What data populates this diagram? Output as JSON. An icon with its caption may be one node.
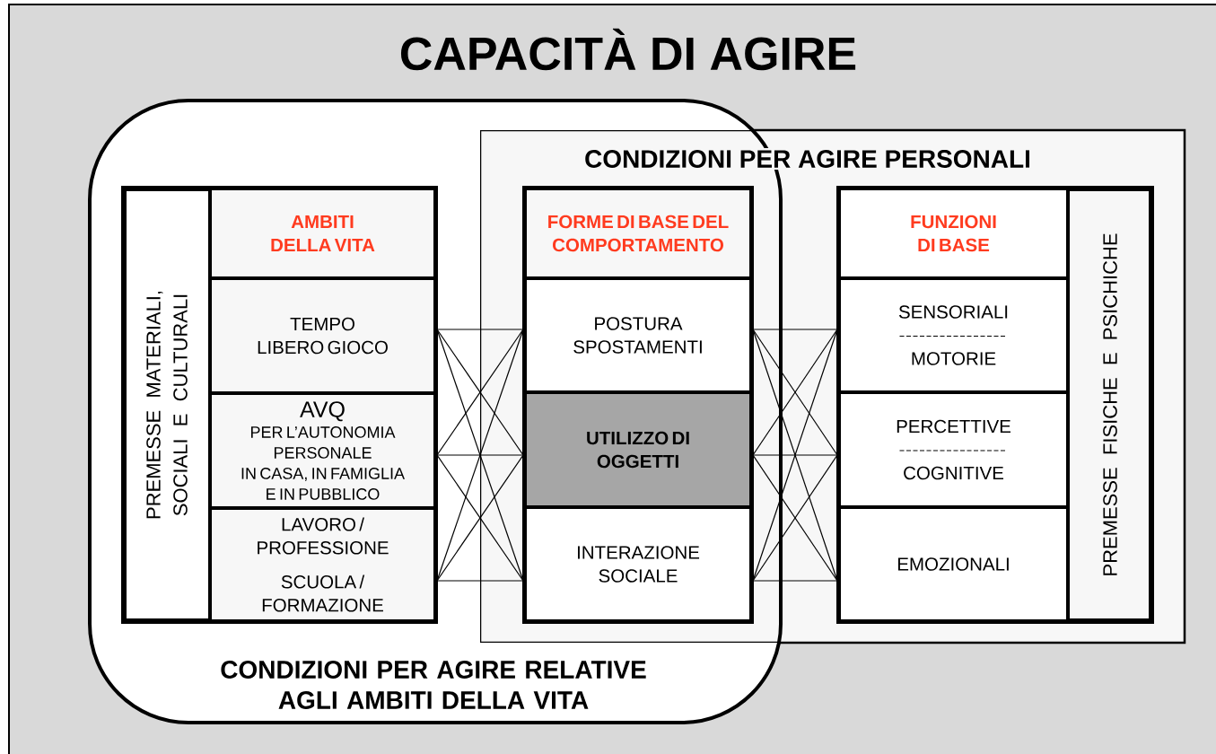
{
  "diagram": {
    "title": "CAPACITÀ DI AGIRE",
    "nodes": [
      {
        "text": [
          "CONDIZIONI PER AGIRE RELATIVE AGLI AMBITI DELLA VITA"
        ]
      },
      {
        "text": [
          "CONDIZIONI PER AGIRE PERSONALI"
        ]
      },
      {
        "text": [
          "PREMESSE MATERIALI, SOCIALI E CULTURALI"
        ],
        "in": 0
      },
      {
        "text": [
          "AMBITI DELLA VITA"
        ],
        "in": 2
      },
      {
        "text": [
          "TEMPO LIBERO GIOCO"
        ],
        "in": 2
      },
      {
        "text": [
          "AVQ",
          "PER L’AUTONOMIA PERSONALE",
          "IN CASA, IN FAMIGLIA E IN PUBBLICO"
        ],
        "in": 2
      },
      {
        "text": [
          "LAVORO / PROFESSIONE",
          "SCUOLA / FORMAZIONE"
        ],
        "in": 2
      },
      {
        "text": [
          "FORME DI BASE DEL COMPORTAMENTO"
        ]
      },
      {
        "text": [
          "POSTURA SPOSTAMENTI"
        ]
      },
      {
        "text": [
          "UTILIZZO DI OGGETTI"
        ]
      },
      {
        "text": [
          "INTERAZIONE SOCIALE"
        ]
      },
      {
        "text": [
          "PREMESSE FISICHE E PSICHICHE"
        ],
        "in": 1
      },
      {
        "text": [
          "FUNZIONI DI BASE"
        ],
        "in": 11
      },
      {
        "text": [
          "SENSORIALI",
          "MOTORIE"
        ],
        "in": 11
      },
      {
        "text": [
          "PERCETTIVE",
          "COGNITIVE"
        ],
        "in": 11
      },
      {
        "text": [
          "EMOZIONALI"
        ],
        "in": 11
      }
    ],
    "edges": [
      {
        "from": 4,
        "to": 8,
        "arrow": "none"
      },
      {
        "from": 4,
        "to": 9,
        "arrow": "none"
      },
      {
        "from": 4,
        "to": 10,
        "arrow": "none"
      },
      {
        "from": 5,
        "to": 8,
        "arrow": "none"
      },
      {
        "from": 5,
        "to": 9,
        "arrow": "none"
      },
      {
        "from": 5,
        "to": 10,
        "arrow": "none"
      },
      {
        "from": 6,
        "to": 8,
        "arrow": "none"
      },
      {
        "from": 6,
        "to": 9,
        "arrow": "none"
      },
      {
        "from": 6,
        "to": 10,
        "arrow": "none"
      },
      {
        "from": 8,
        "to": 13,
        "arrow": "none"
      },
      {
        "from": 8,
        "to": 14,
        "arrow": "none"
      },
      {
        "from": 8,
        "to": 15,
        "arrow": "none"
      },
      {
        "from": 9,
        "to": 13,
        "arrow": "none"
      },
      {
        "from": 9,
        "to": 14,
        "arrow": "none"
      },
      {
        "from": 9,
        "to": 15,
        "arrow": "none"
      },
      {
        "from": 10,
        "to": 13,
        "arrow": "none"
      },
      {
        "from": 10,
        "to": 14,
        "arrow": "none"
      },
      {
        "from": 10,
        "to": 15,
        "arrow": "none"
      }
    ]
  }
}
